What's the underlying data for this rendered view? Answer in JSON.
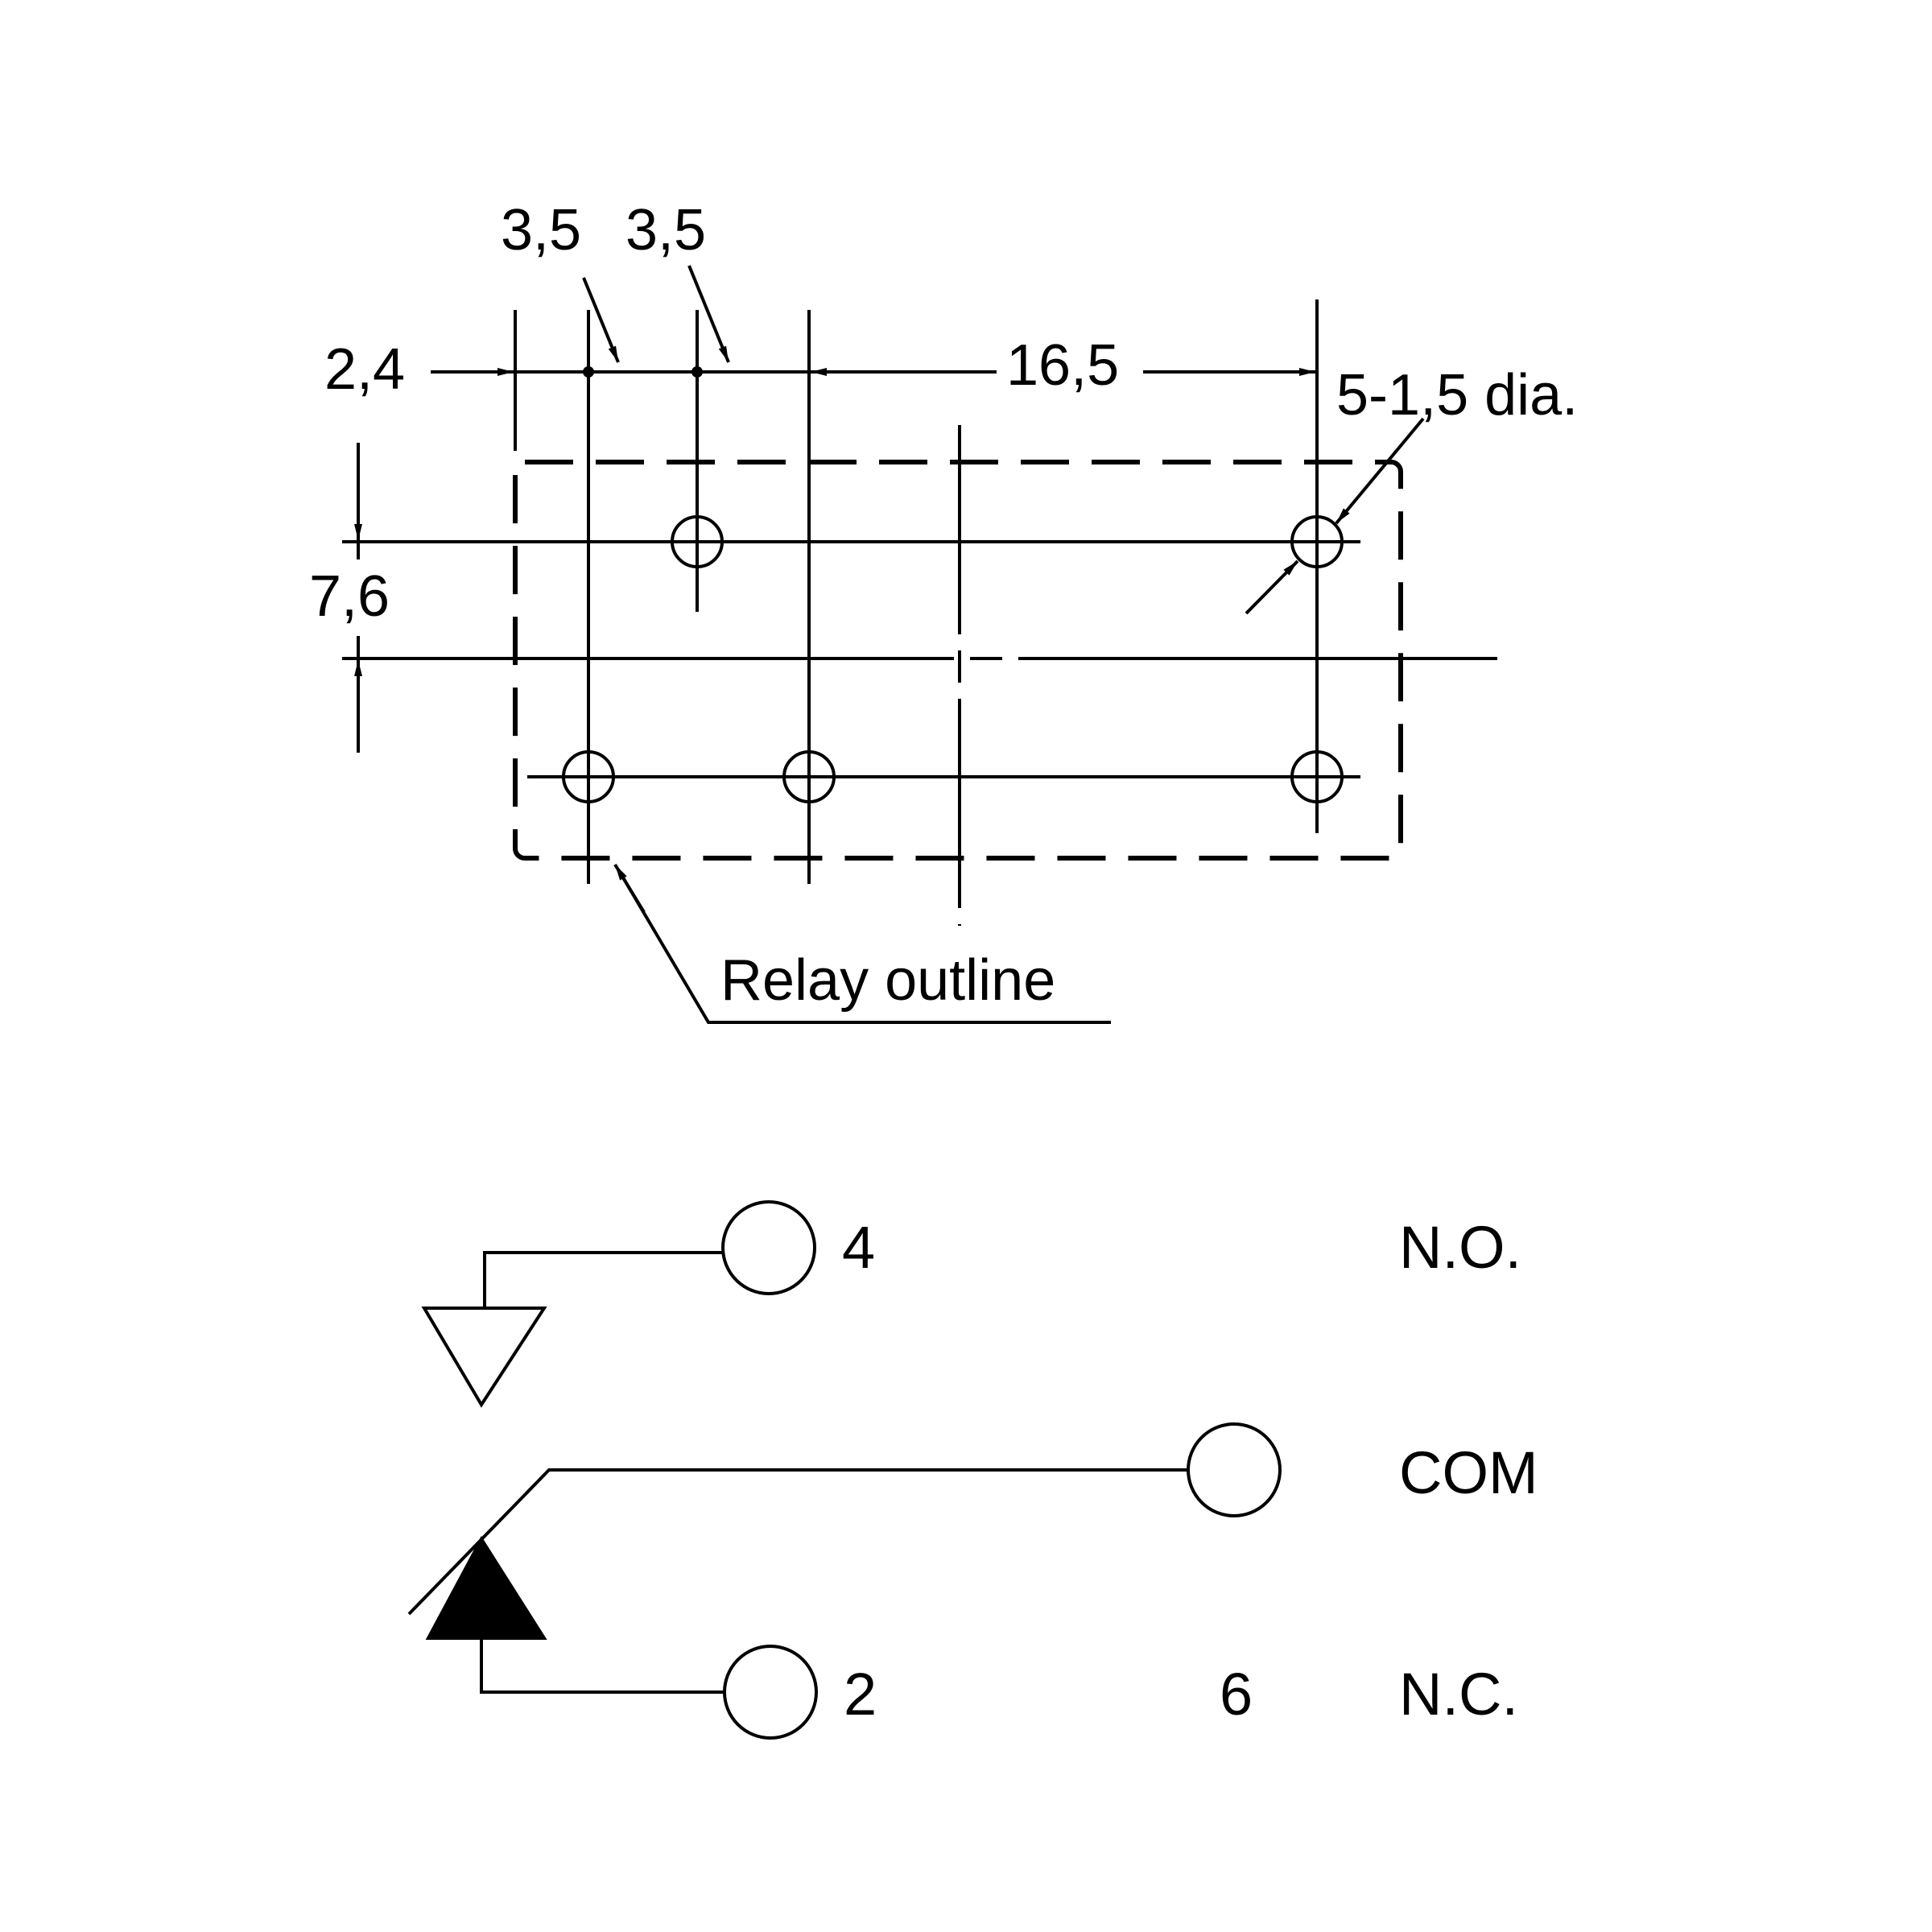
{
  "pcb_layout": {
    "dim_2_4": "2,4",
    "dim_3_5_a": "3,5",
    "dim_3_5_b": "3,5",
    "dim_16_5": "16,5",
    "dim_7_6": "7,6",
    "hole_spec": "5-1,5 dia.",
    "relay_outline": "Relay outline"
  },
  "schematic": {
    "pin_4": "4",
    "pin_2": "2",
    "pin_6": "6",
    "label_no": "N.O.",
    "label_com": "COM",
    "label_nc": "N.C."
  },
  "colors": {
    "line": "#000000",
    "background": "#ffffff"
  }
}
